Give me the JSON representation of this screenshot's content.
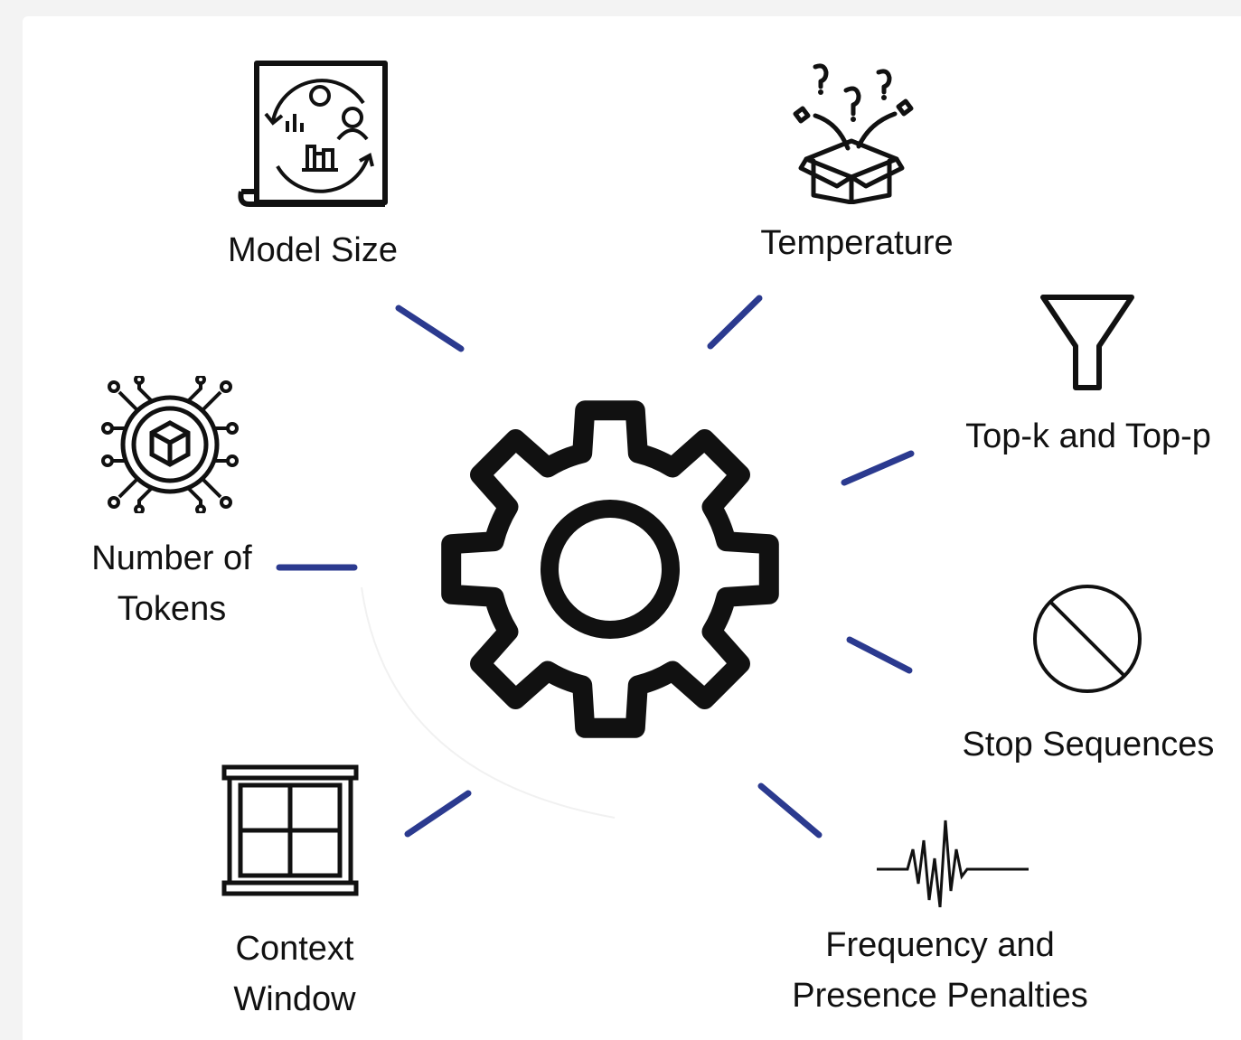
{
  "diagram": {
    "center_icon": "gear-icon",
    "connector_color": "#2b3a8f",
    "icon_color": "#111111",
    "nodes": [
      {
        "id": "model-size",
        "label": "Model Size",
        "icon": "model-document-icon"
      },
      {
        "id": "temperature",
        "label": "Temperature",
        "icon": "surprise-box-icon"
      },
      {
        "id": "top-k-top-p",
        "label": "Top-k and Top-p",
        "icon": "funnel-icon"
      },
      {
        "id": "stop-sequences",
        "label": "Stop Sequences",
        "icon": "prohibited-icon"
      },
      {
        "id": "frequency-presence",
        "label": "Frequency and Presence Penalties",
        "icon": "waveform-icon"
      },
      {
        "id": "context-window",
        "label": "Context Window",
        "icon": "window-icon"
      },
      {
        "id": "number-of-tokens",
        "label": "Number of Tokens",
        "icon": "token-chip-icon"
      }
    ]
  }
}
